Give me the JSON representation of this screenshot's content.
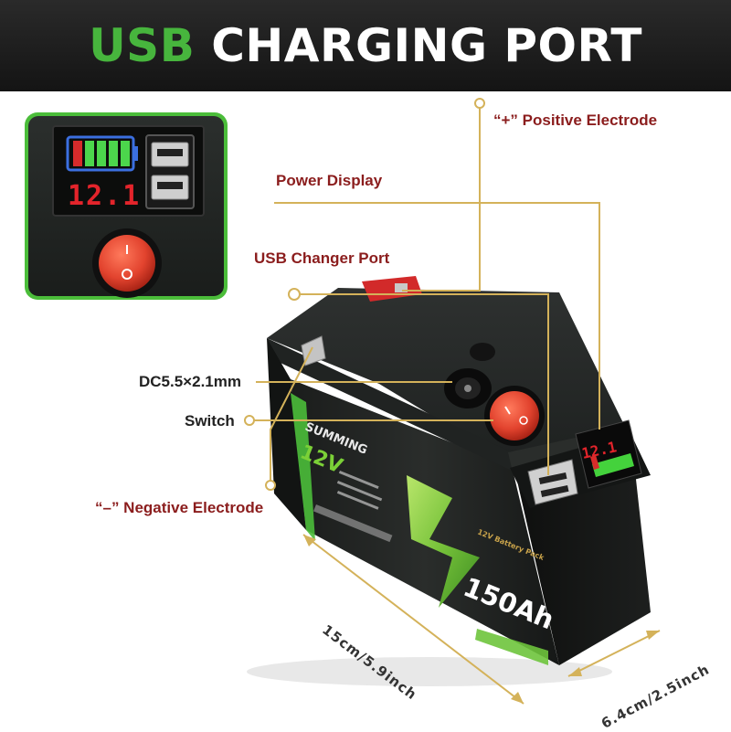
{
  "banner": {
    "accent_word": "USB",
    "title_rest": "CHARGING PORT"
  },
  "callouts": {
    "positive": "“+” Positive Electrode",
    "power_display": "Power Display",
    "usb_port": "USB Changer Port",
    "dc_port": "DC5.5×2.1mm",
    "switch": "Switch",
    "negative": "“–” Negative Electrode"
  },
  "inset": {
    "voltage_readout": "12.1"
  },
  "battery": {
    "brand": "SUMMING",
    "voltage": "12V",
    "capacity": "150Ah",
    "voltage_readout": "12.1",
    "pack_text": "12V Battery Pack"
  },
  "dimensions": {
    "length": "15cm/5.9inch",
    "width": "6.4cm/2.5inch"
  },
  "colors": {
    "accent_green": "#47b53d",
    "label_red": "#8b1d1d",
    "callout_gold": "#d4b25a",
    "switch_red": "#e2432e"
  }
}
